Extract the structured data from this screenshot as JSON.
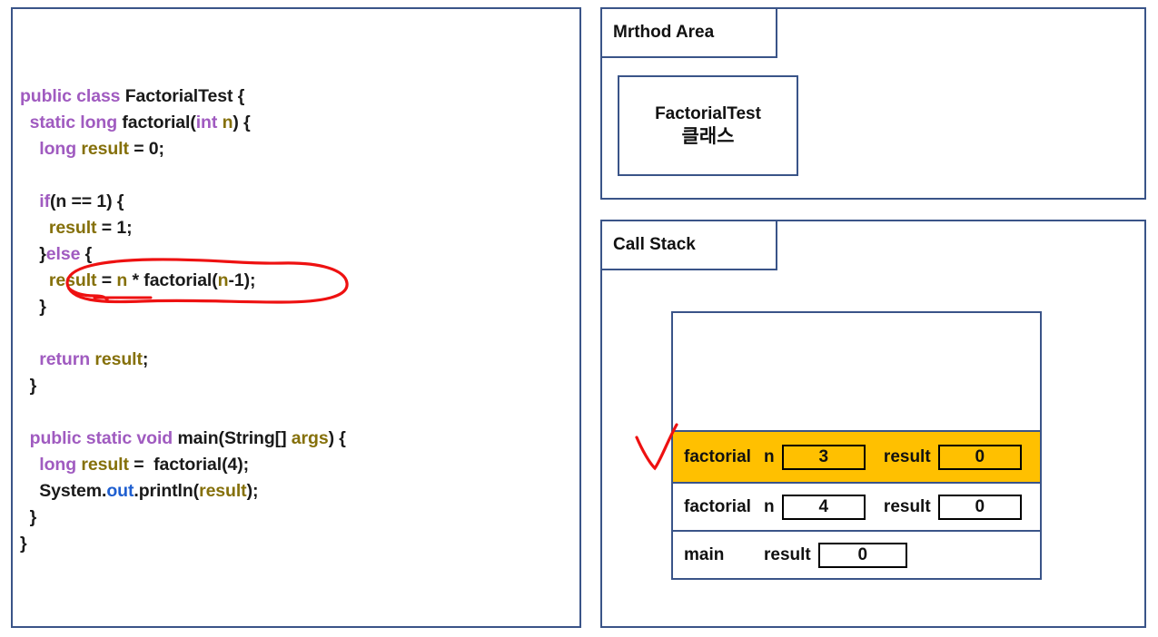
{
  "code_panel": {
    "language": "java",
    "lines": [
      [
        {
          "t": "public class ",
          "c": "kw"
        },
        {
          "t": "FactorialTest {",
          "c": "pln"
        }
      ],
      [
        {
          "t": "  ",
          "c": "pln"
        },
        {
          "t": "static long ",
          "c": "kw"
        },
        {
          "t": "factorial(",
          "c": "pln"
        },
        {
          "t": "int ",
          "c": "kw"
        },
        {
          "t": "n",
          "c": "var"
        },
        {
          "t": ") {",
          "c": "pln"
        }
      ],
      [
        {
          "t": "    ",
          "c": "pln"
        },
        {
          "t": "long ",
          "c": "kw"
        },
        {
          "t": "result ",
          "c": "var"
        },
        {
          "t": "= 0;",
          "c": "pln"
        }
      ],
      [
        {
          "t": "",
          "c": "pln"
        }
      ],
      [
        {
          "t": "    ",
          "c": "pln"
        },
        {
          "t": "if",
          "c": "kw"
        },
        {
          "t": "(n == 1) {",
          "c": "pln"
        }
      ],
      [
        {
          "t": "      ",
          "c": "pln"
        },
        {
          "t": "result ",
          "c": "var"
        },
        {
          "t": "= 1;",
          "c": "pln"
        }
      ],
      [
        {
          "t": "    }",
          "c": "pln"
        },
        {
          "t": "else",
          "c": "kw"
        },
        {
          "t": " {",
          "c": "pln"
        }
      ],
      [
        {
          "t": "      ",
          "c": "pln"
        },
        {
          "t": "result ",
          "c": "var"
        },
        {
          "t": "= ",
          "c": "pln"
        },
        {
          "t": "n",
          "c": "var"
        },
        {
          "t": " * factorial(",
          "c": "pln"
        },
        {
          "t": "n",
          "c": "var"
        },
        {
          "t": "-1);",
          "c": "pln"
        }
      ],
      [
        {
          "t": "    }",
          "c": "pln"
        }
      ],
      [
        {
          "t": "",
          "c": "pln"
        }
      ],
      [
        {
          "t": "    ",
          "c": "pln"
        },
        {
          "t": "return ",
          "c": "kw"
        },
        {
          "t": "result",
          "c": "var"
        },
        {
          "t": ";",
          "c": "pln"
        }
      ],
      [
        {
          "t": "  }",
          "c": "pln"
        }
      ],
      [
        {
          "t": "",
          "c": "pln"
        }
      ],
      [
        {
          "t": "  ",
          "c": "pln"
        },
        {
          "t": "public static void ",
          "c": "kw"
        },
        {
          "t": "main(String[] ",
          "c": "pln"
        },
        {
          "t": "args",
          "c": "var"
        },
        {
          "t": ") {",
          "c": "pln"
        }
      ],
      [
        {
          "t": "    ",
          "c": "pln"
        },
        {
          "t": "long ",
          "c": "kw"
        },
        {
          "t": "result ",
          "c": "var"
        },
        {
          "t": "=  factorial(4);",
          "c": "pln"
        }
      ],
      [
        {
          "t": "    System.",
          "c": "pln"
        },
        {
          "t": "out",
          "c": "blue"
        },
        {
          "t": ".println(",
          "c": "pln"
        },
        {
          "t": "result",
          "c": "var"
        },
        {
          "t": ");",
          "c": "pln"
        }
      ],
      [
        {
          "t": "  }",
          "c": "pln"
        }
      ],
      [
        {
          "t": "}",
          "c": "pln"
        }
      ]
    ],
    "annotation": {
      "type": "hand-drawn-ellipse",
      "color": "#ee1111",
      "targets_line": "result = n * factorial(n-1);"
    }
  },
  "method_area": {
    "title": "Mrthod Area",
    "class_box": {
      "name": "FactorialTest",
      "korean_label": "클래스"
    }
  },
  "call_stack": {
    "title": "Call Stack",
    "annotation": {
      "type": "hand-drawn-check",
      "color": "#ee1111",
      "points_at_frame_index": 0
    },
    "frames": [
      {
        "name": "factorial",
        "active": true,
        "vars": [
          {
            "label": "n",
            "value": "3"
          },
          {
            "label": "result",
            "value": "0"
          }
        ]
      },
      {
        "name": "factorial",
        "active": false,
        "vars": [
          {
            "label": "n",
            "value": "4"
          },
          {
            "label": "result",
            "value": "0"
          }
        ]
      },
      {
        "name": "main",
        "active": false,
        "vars": [
          {
            "label": "result",
            "value": "0"
          }
        ]
      }
    ]
  },
  "colors": {
    "panel_border": "#3a5488",
    "keyword_purple": "#a05bc0",
    "identifier_olive": "#85700a",
    "member_blue": "#1f5fd0",
    "active_frame_yellow": "#FFC000",
    "annotation_red": "#ee1111",
    "text_black": "#111111"
  }
}
